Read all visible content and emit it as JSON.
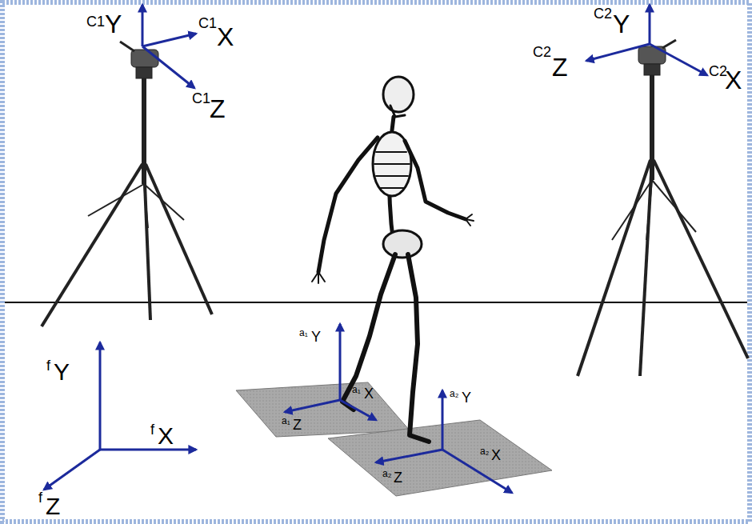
{
  "diagram": {
    "labels": [
      "C1",
      "Y",
      "C1",
      "X",
      "C1",
      "Z",
      "C2",
      "Y",
      "C2",
      "Z",
      "C2",
      "X",
      "f",
      "Y",
      "f",
      "X",
      "f",
      "Z",
      "a₁",
      "Y",
      "a₁",
      "X",
      "a₁",
      "Z",
      "a₂",
      "Y",
      "a₂",
      "Z",
      "a₂",
      "X"
    ]
  }
}
